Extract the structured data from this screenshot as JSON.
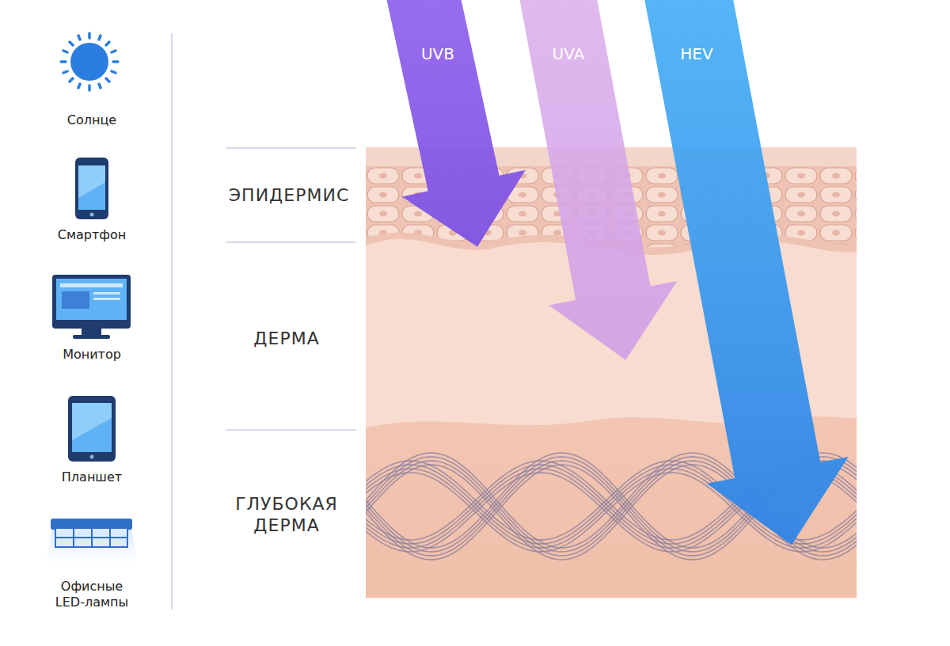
{
  "diagram": {
    "nodes": [
      {
        "text": [
          "UVB"
        ]
      },
      {
        "text": [
          "UVA"
        ]
      },
      {
        "text": [
          "HEV"
        ]
      }
    ],
    "labels": [
      "Солнце",
      "Смартфон",
      "Монитор",
      "Планшет",
      "Офисные LED-лампы",
      "ЭПИДЕРМИС",
      "ДЕРМА",
      "ГЛУБОКАЯ ДЕРМА"
    ]
  }
}
